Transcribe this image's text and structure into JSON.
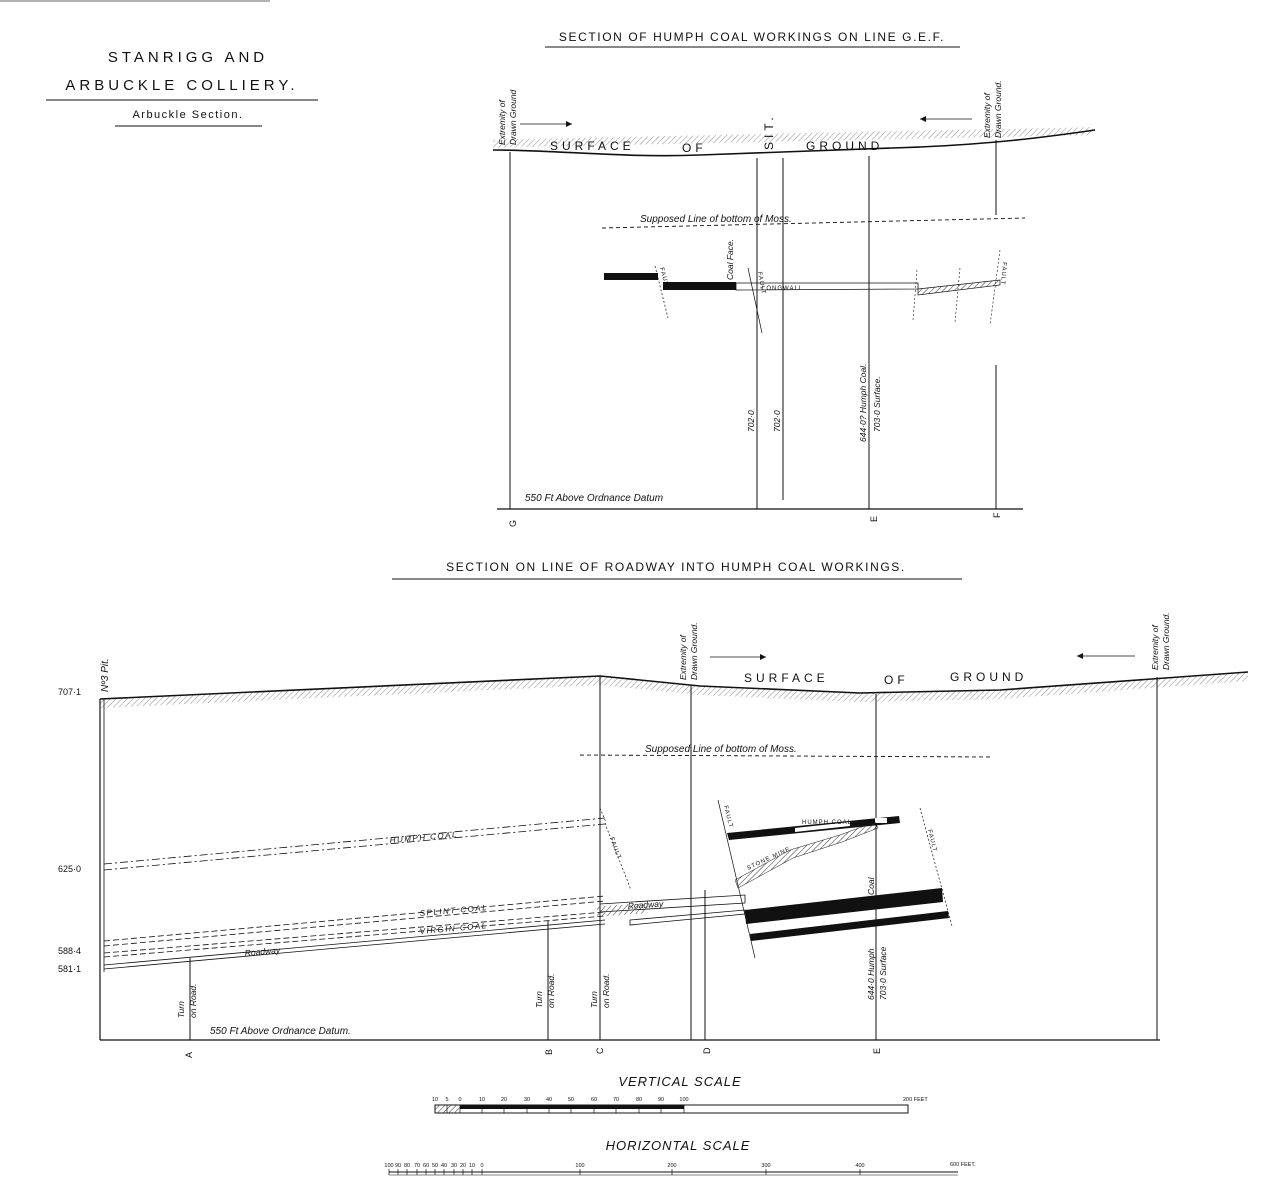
{
  "header": {
    "title_line1": "STANRIGG AND",
    "title_line2": "ARBUCKLE COLLIERY.",
    "subtitle": "Arbuckle Section."
  },
  "upper_section": {
    "title": "SECTION OF HUMPH COAL WORKINGS ON LINE G.E.F.",
    "surface_words": [
      "SURFACE",
      "OF",
      "GROUND"
    ],
    "sit_label": "SIT.",
    "extremity_left": [
      "Extremity of",
      "Drawn Ground"
    ],
    "extremity_right": [
      "Extremity of",
      "Drawn Ground."
    ],
    "moss_line": "Supposed Line of bottom of Moss.",
    "coal_face": "Coal Face.",
    "fault": "FAULT",
    "longwall": "LONGWALL",
    "datum": "550 Ft Above Ordnance Datum",
    "elev_1": "702·0",
    "elev_2": "702·0",
    "elev_humph": "644·0? Humph Coal.",
    "elev_surface": "703·0 Surface.",
    "points": [
      "G",
      "E",
      "F"
    ]
  },
  "lower_section": {
    "title": "SECTION ON LINE OF ROADWAY INTO HUMPH COAL WORKINGS.",
    "surface_words": [
      "SURFACE",
      "OF",
      "GROUND"
    ],
    "pit_label": "Nº3 Pit.",
    "extremity_left": [
      "Extremity of",
      "Drawn Ground."
    ],
    "extremity_right": [
      "Extremity of",
      "Drawn Ground."
    ],
    "moss_line": "Supposed Line of bottom of Moss.",
    "humph_coal": "HUMPH COAL",
    "splint_coal": "SPLINT COAL",
    "virgin_coal": "VIRGIN COAL",
    "roadway": "Roadway",
    "fault": "FAULT",
    "stone_mine": "STONE MINE",
    "coal": "Coal",
    "humph_surface": "644·0 Humph",
    "surface_elev": "703·0 Surface",
    "turn_on_road": [
      "Turn",
      "on Road."
    ],
    "datum": "550 Ft Above Ordnance Datum.",
    "elevations": [
      "707·1",
      "625·0",
      "588·4",
      "581·1"
    ],
    "points": [
      "A",
      "B",
      "C",
      "D",
      "E"
    ]
  },
  "scales": {
    "vertical_title": "VERTICAL SCALE",
    "vertical_ticks": [
      "10",
      "5",
      "0",
      "10",
      "20",
      "30",
      "40",
      "50",
      "60",
      "70",
      "80",
      "90",
      "100"
    ],
    "vertical_end": "200 FEET",
    "horizontal_title": "HORIZONTAL SCALE",
    "horizontal_ticks": [
      "100",
      "90",
      "80",
      "70",
      "60",
      "50",
      "40",
      "30",
      "20",
      "10",
      "0",
      "100",
      "200",
      "300",
      "400"
    ],
    "horizontal_end": "600 FEET."
  }
}
